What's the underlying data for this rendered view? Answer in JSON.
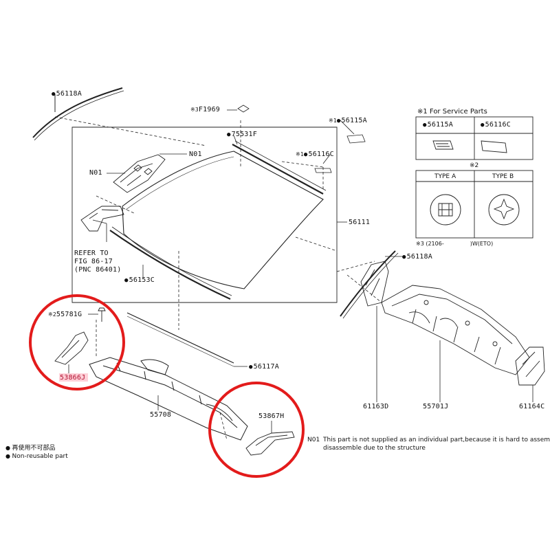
{
  "labels": {
    "p56118A_top": "56118A",
    "f1969_prefix": "※3",
    "f1969": "F1969",
    "p56115A_prefix": "※1",
    "p56115A": "56115A",
    "p75531F": "75531F",
    "p56116C_prefix": "※1",
    "p56116C": "56116C",
    "n01_upper": "N01",
    "n01_left": "N01",
    "p56111": "56111",
    "p56153C": "56153C",
    "refer_line1": "REFER TO",
    "refer_line2": "FIG 86-17",
    "refer_line3": "(PNC 86401)",
    "p55781G_prefix": "※2",
    "p55781G": "55781G",
    "p53866J": "53866J",
    "p56117A": "56117A",
    "p55708": "55708",
    "p53867H": "53867H",
    "p56118A_right": "56118A",
    "p61163D": "61163D",
    "p55701J": "55701J",
    "p61164C": "61164C"
  },
  "service_box": {
    "title": "※1 For Service Parts",
    "col1": "56115A",
    "col2": "56116C",
    "ref": "※2",
    "type_a": "TYPE A",
    "type_b": "TYPE B",
    "footnote_prefix": "※3 (2106-",
    "footnote_suffix": ")W(ETO)"
  },
  "legend": {
    "jp": "再使用不可部品",
    "en": "Non-reusable part"
  },
  "n01_note": {
    "code": "N01",
    "line1": "This part is not supplied as an individual part,because it is hard to assemble /",
    "line2": "disassemble due to the structure"
  },
  "colors": {
    "line": "#222222",
    "highlight_circle": "#e31b1b",
    "highlight_fill": "#ffd0d8"
  }
}
